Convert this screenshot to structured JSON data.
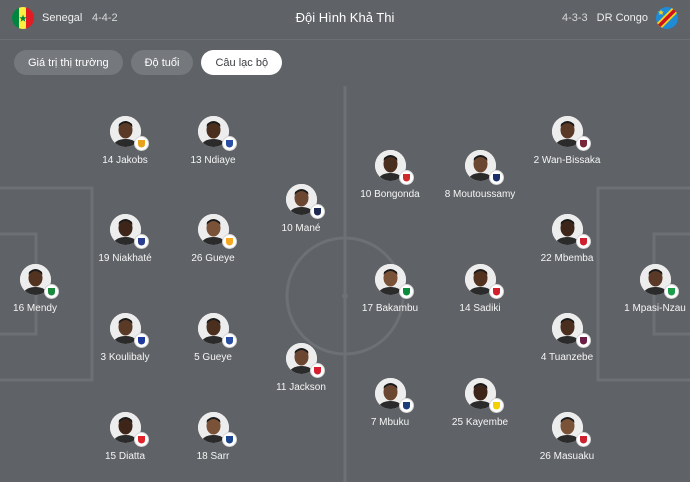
{
  "header": {
    "title": "Đội Hình Khả Thi",
    "home": {
      "name": "Senegal",
      "formation": "4-4-2",
      "flag_icon": "senegal-flag-icon"
    },
    "away": {
      "name": "DR Congo",
      "formation": "4-3-3",
      "flag_icon": "dr-congo-flag-icon"
    }
  },
  "tabs": [
    {
      "label": "Giá trị thị trường",
      "active": false
    },
    {
      "label": "Độ tuổi",
      "active": false
    },
    {
      "label": "Câu lạc bộ",
      "active": true
    }
  ],
  "home_players": [
    {
      "label": "14 Jakobs",
      "club_icon": "galatasaray-icon",
      "club_color": "#e8a21b"
    },
    {
      "label": "13 Ndiaye",
      "club_icon": "everton-icon",
      "club_color": "#2a4ea3"
    },
    {
      "label": "10 Mané",
      "club_icon": "al-nassr-icon",
      "club_color": "#1f2a52"
    },
    {
      "label": "19 Niakhaté",
      "club_icon": "lyon-icon",
      "club_color": "#2a3f8f"
    },
    {
      "label": "26 Gueye",
      "club_icon": "wolves-icon",
      "club_color": "#f7a821"
    },
    {
      "label": "16 Mendy",
      "club_icon": "al-ahli-icon",
      "club_color": "#1c8a3d"
    },
    {
      "label": "3 Koulibaly",
      "club_icon": "al-hilal-icon",
      "club_color": "#1d3a9c"
    },
    {
      "label": "5 Gueye",
      "club_icon": "everton-icon",
      "club_color": "#2a4ea3"
    },
    {
      "label": "11 Jackson",
      "club_icon": "bayern-icon",
      "club_color": "#d61e2e"
    },
    {
      "label": "15 Diatta",
      "club_icon": "monaco-icon",
      "club_color": "#e2232a"
    },
    {
      "label": "18 Sarr",
      "club_icon": "crystal-palace-icon",
      "club_color": "#1b458f"
    }
  ],
  "away_players": [
    {
      "label": "2 Wan-Bissaka",
      "club_icon": "west-ham-icon",
      "club_color": "#7a263a"
    },
    {
      "label": "10 Bongonda",
      "club_icon": "spartak-icon",
      "club_color": "#d12a2a"
    },
    {
      "label": "8 Moutoussamy",
      "club_icon": "atromitos-icon",
      "club_color": "#1b2f6b"
    },
    {
      "label": "22 Mbemba",
      "club_icon": "lille-icon",
      "club_color": "#d0202f"
    },
    {
      "label": "17 Bakambu",
      "club_icon": "betis-icon",
      "club_color": "#0b8c3c"
    },
    {
      "label": "14 Sadiki",
      "club_icon": "sunderland-icon",
      "club_color": "#d21f2b"
    },
    {
      "label": "1 Mpasi-Nzau",
      "club_icon": "le-havre-icon",
      "club_color": "#1e9e4a"
    },
    {
      "label": "4 Tuanzebe",
      "club_icon": "burnley-icon",
      "club_color": "#6c1d45"
    },
    {
      "label": "7 Mbuku",
      "club_icon": "montpellier-icon",
      "club_color": "#1a3d7c"
    },
    {
      "label": "25 Kayembe",
      "club_icon": "watford-icon",
      "club_color": "#f5d000"
    },
    {
      "label": "26 Masuaku",
      "club_icon": "lille-icon",
      "club_color": "#d0202f"
    }
  ]
}
